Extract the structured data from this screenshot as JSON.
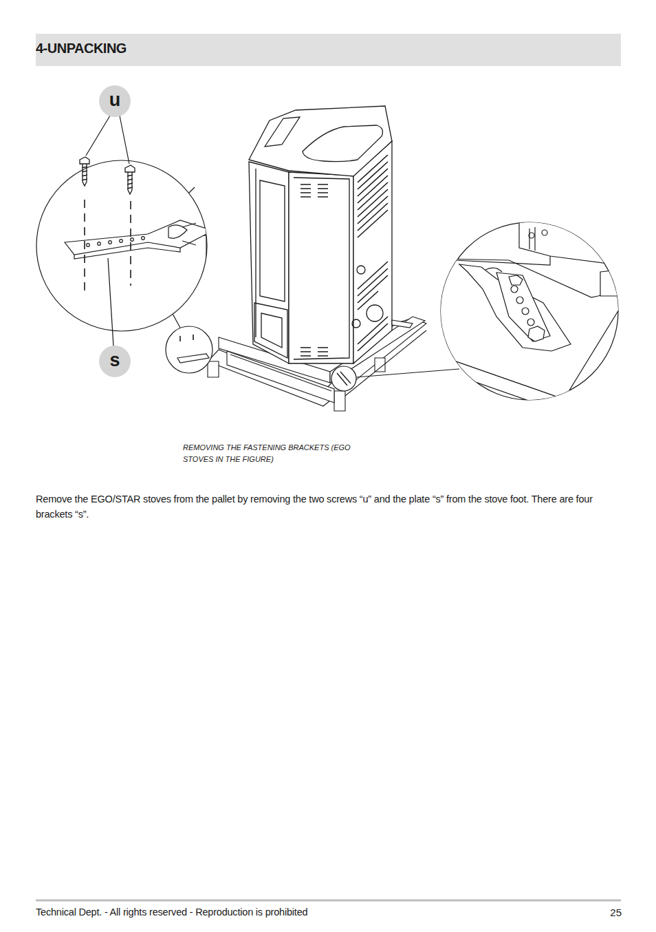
{
  "diagram": {
    "title": "4-UNPACKING",
    "caption": "REMOVING THE FASTENING BRACKETS (EGO STOVES IN THE FIGURE)",
    "nodes": [
      {
        "text": [
          "u"
        ]
      },
      {
        "text": [
          "s"
        ]
      }
    ],
    "edges": [],
    "labels": [
      "Remove the EGO/STAR stoves from the pallet by removing the two screws “u” and the plate “s” from the stove foot. There are four brackets “s”.",
      "Technical Dept. - All rights reserved - Reproduction is prohibited",
      "25"
    ]
  }
}
